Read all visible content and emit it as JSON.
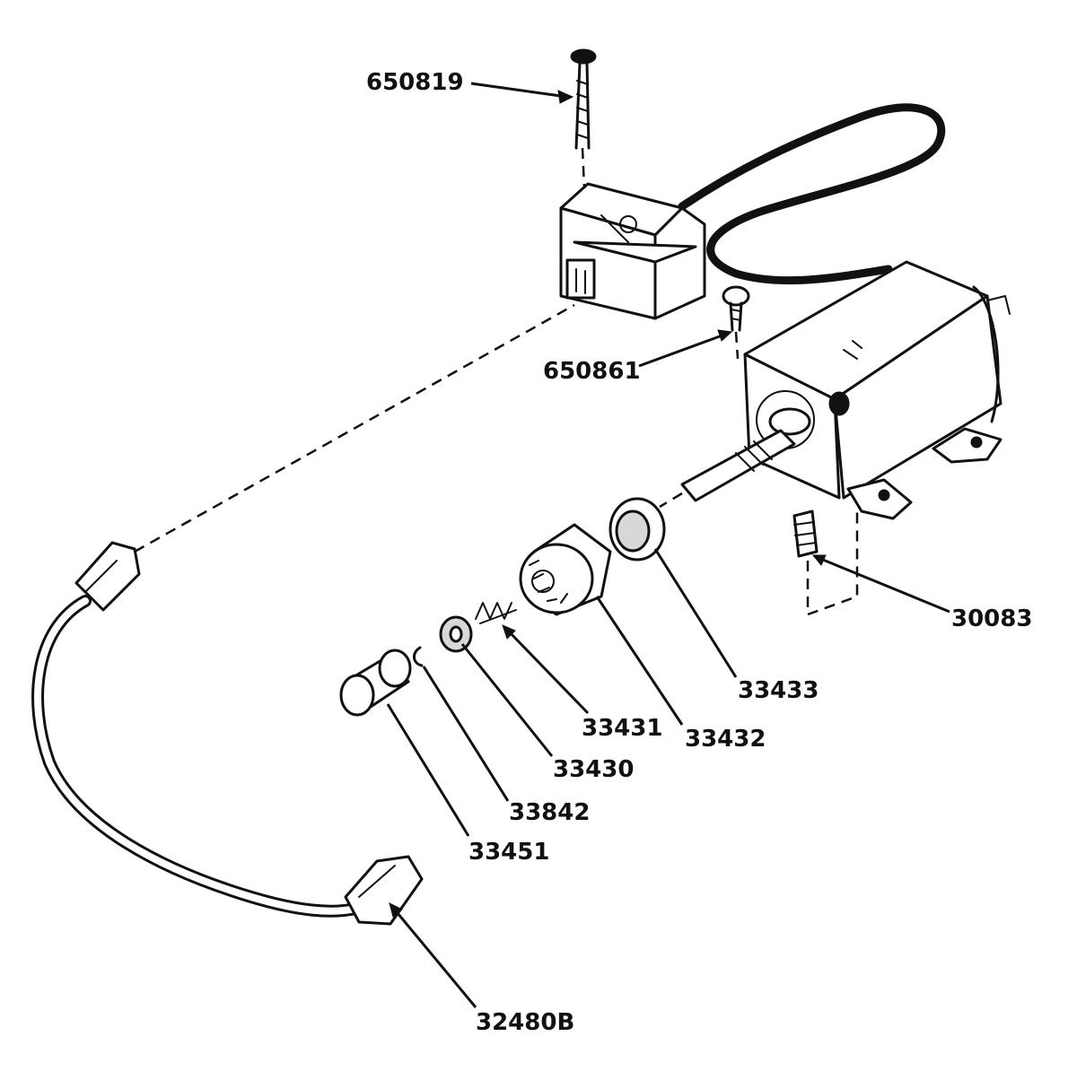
{
  "parts": [
    {
      "id": "screw-top",
      "label": "650819"
    },
    {
      "id": "screw-mid",
      "label": "650861"
    },
    {
      "id": "fitting",
      "label": "30083"
    },
    {
      "id": "cup",
      "label": "33433"
    },
    {
      "id": "pinion-gear",
      "label": "33432"
    },
    {
      "id": "spring",
      "label": "33431"
    },
    {
      "id": "washer",
      "label": "33430"
    },
    {
      "id": "retaining-ring",
      "label": "33842"
    },
    {
      "id": "cap",
      "label": "33451"
    },
    {
      "id": "extension-cord",
      "label": "32480B"
    }
  ],
  "colors": {
    "ink": "#111111",
    "paper": "#ffffff"
  }
}
